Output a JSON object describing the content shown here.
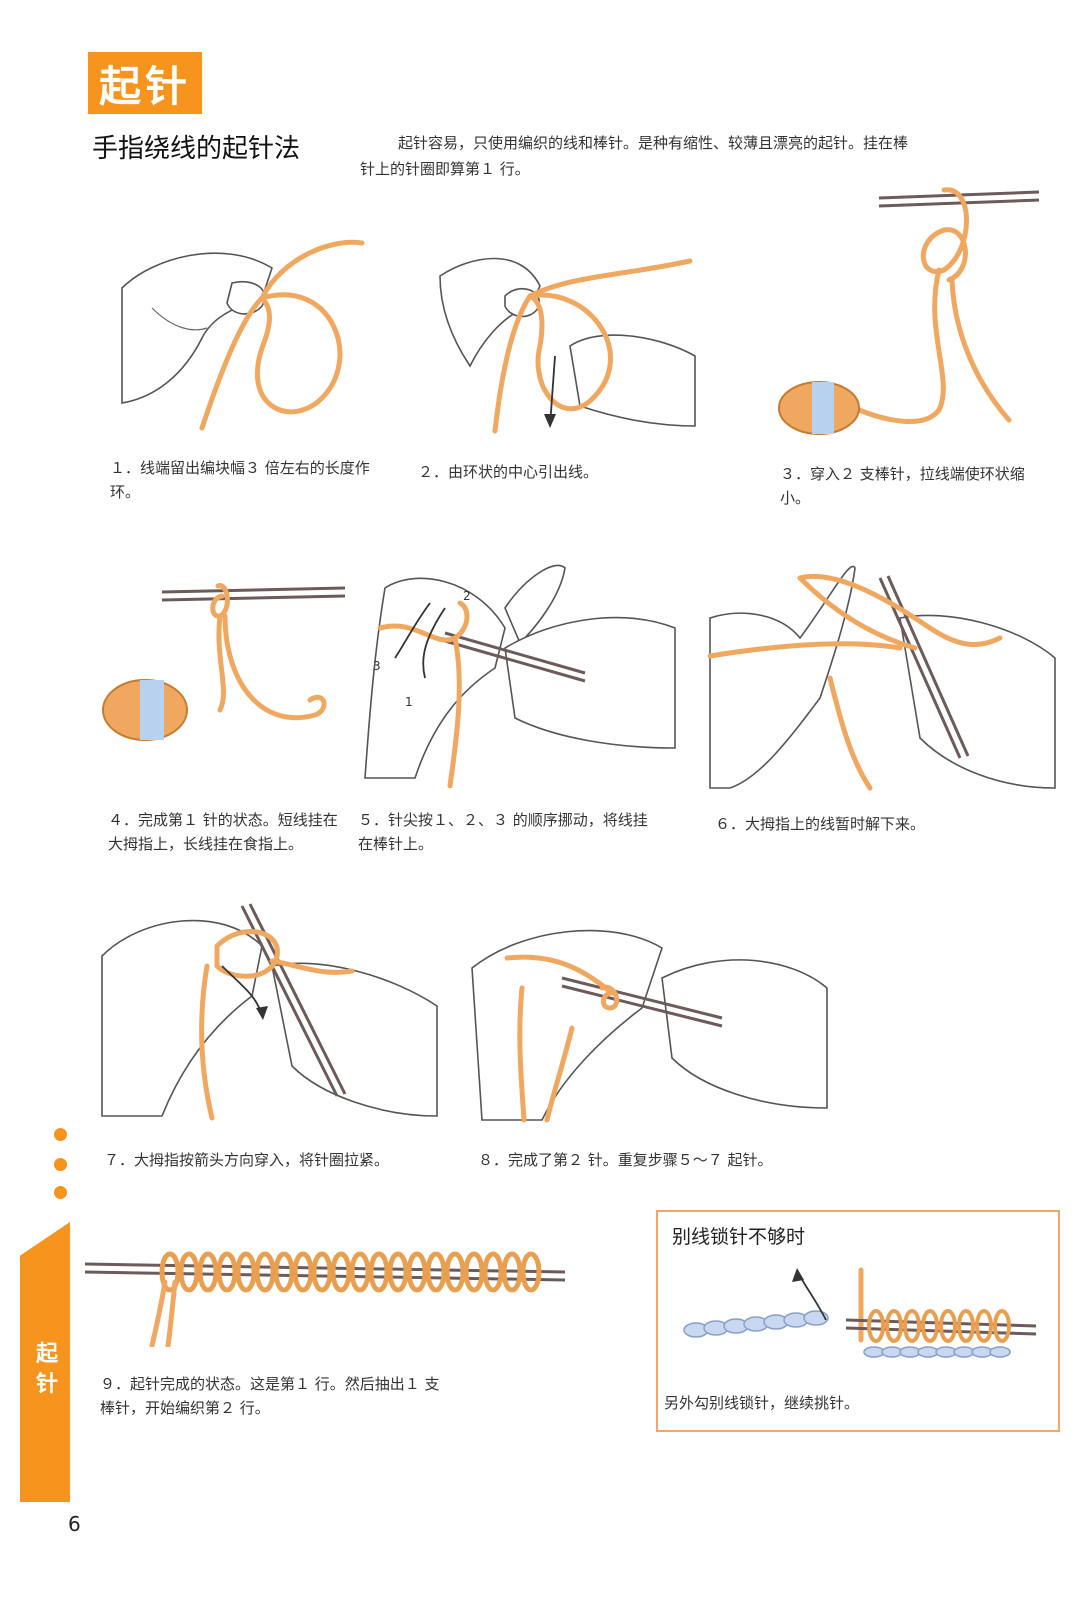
{
  "header": {
    "badge": "起针",
    "subtitle": "手指绕线的起针法",
    "intro": "起针容易，只使用编织的线和棒针。是种有缩性、较薄且漂亮的起针。挂在棒针上的针圈即算第１ 行。"
  },
  "steps": [
    {
      "caption": "１．线端留出编块幅３ 倍左右的长度作环。"
    },
    {
      "caption": "２．由环状的中心引出线。"
    },
    {
      "caption": "３．穿入２ 支棒针，拉线端使环状缩小。"
    },
    {
      "caption": "４．完成第１ 针的状态。短线挂在大拇指上，长线挂在食指上。"
    },
    {
      "caption": "５．针尖按１、２、３ 的顺序挪动，将线挂在棒针上。"
    },
    {
      "caption": "６．大拇指上的线暂时解下来。"
    },
    {
      "caption": "７．大拇指按箭头方向穿入，将针圈拉紧。"
    },
    {
      "caption": "８．完成了第２ 针。重复步骤５～７ 起针。"
    },
    {
      "caption": "９．起针完成的状态。这是第１ 行。然后抽出１ 支棒针，开始编织第２ 行。"
    }
  ],
  "figure_labels": {
    "n1": "1",
    "n2": "2",
    "n3": "3"
  },
  "tip": {
    "title": "别线锁针不够时",
    "caption": "另外勾别线锁针，继续挑针。"
  },
  "sidebar": {
    "label": "起针"
  },
  "page_number": "6",
  "colors": {
    "accent": "#f7941d",
    "yarn": "#f0a860",
    "tip_border": "#f4a66a"
  }
}
